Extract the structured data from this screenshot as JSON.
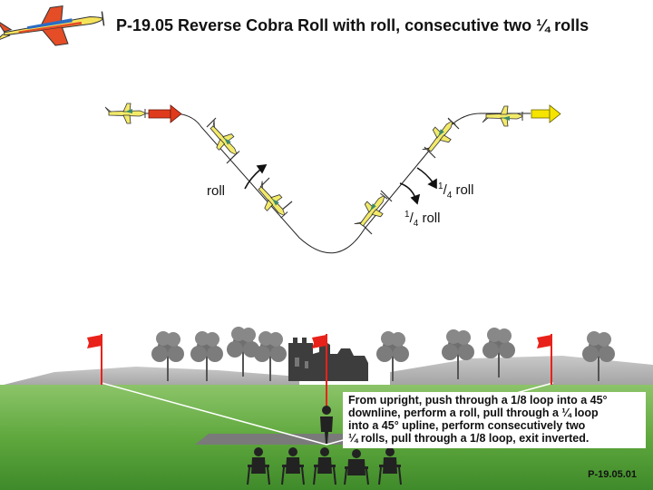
{
  "title": "P-19.05 Reverse Cobra Roll with roll, consecutive two ¼ rolls",
  "labels": {
    "roll": "roll",
    "quarter_roll_num": "1",
    "quarter_roll_den": "4",
    "quarter_roll_word": "roll"
  },
  "description": {
    "lines": [
      "From upright, push through a 1/8 loop into a 45°",
      "downline, perform a roll, pull through a ¼ loop",
      "into a 45° upline, perform consecutively two",
      "¼ rolls, pull through a 1/8 loop, exit inverted."
    ]
  },
  "figure_code": "P-19.05.01",
  "colors": {
    "entry_arrow": "#e03a1c",
    "exit_arrow": "#f5e400",
    "sky": "#ffffff",
    "grass": "#4f9a36",
    "flag": "#e8221a",
    "plane_body": "#f3ea6a"
  }
}
